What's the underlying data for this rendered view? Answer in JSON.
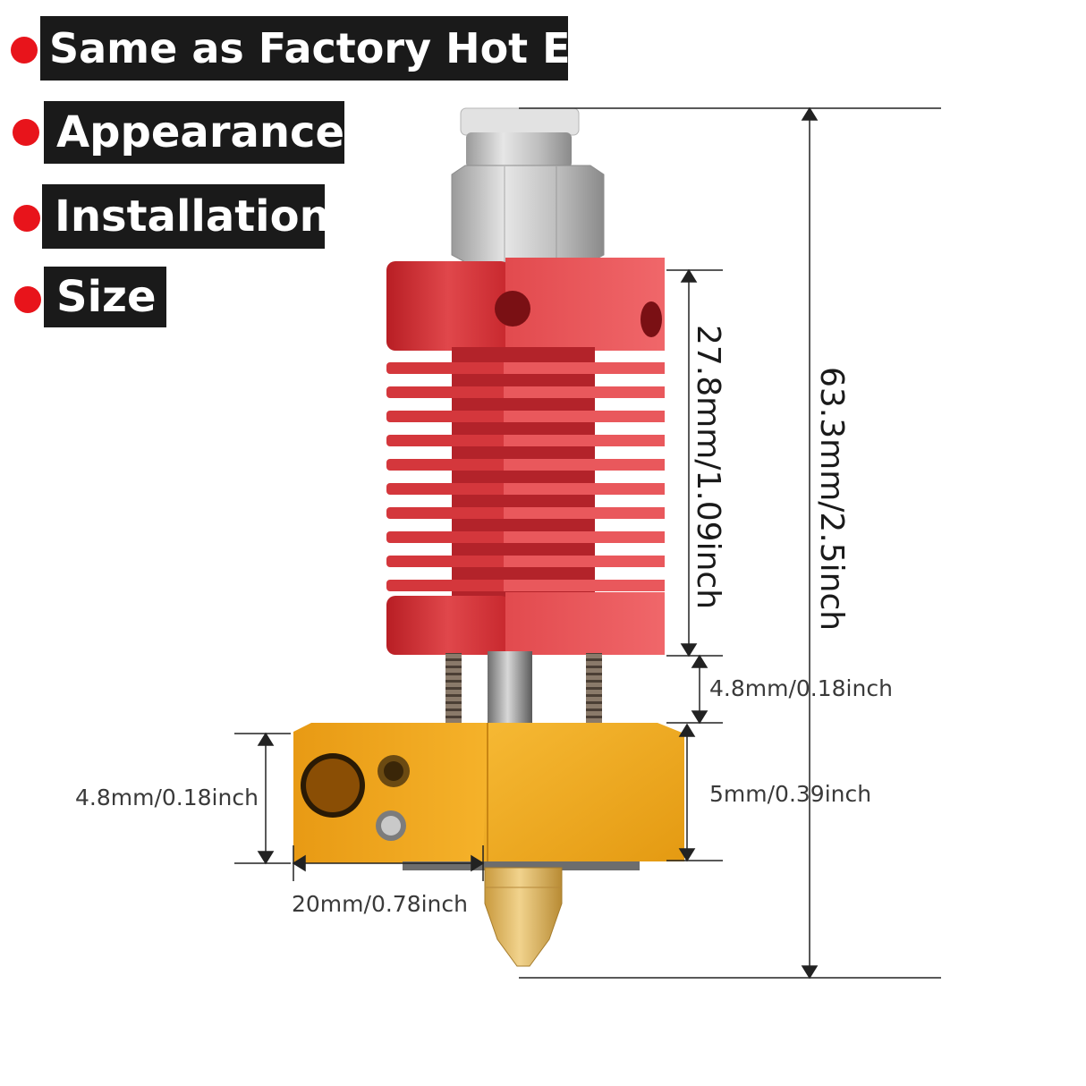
{
  "features": [
    "Same as Factory Hot End",
    "Appearance",
    "Installation",
    "Size"
  ],
  "dimensions": {
    "overall_height": "63.3mm/2.5inch",
    "heatsink_height": "27.8mm/1.09inch",
    "gap_height": "4.8mm/0.18inch",
    "block_side_height": "4.8mm/0.18inch",
    "block_height": "5mm/0.39inch",
    "block_width": "20mm/0.78inch"
  },
  "colors": {
    "bullet": "#e8141b",
    "tag_background": "#1a1a1a",
    "heatsink": "#d9363b",
    "heater_block": "#f2a51a",
    "nozzle": "#d9b35c",
    "fitting": "#c8c8c8"
  }
}
